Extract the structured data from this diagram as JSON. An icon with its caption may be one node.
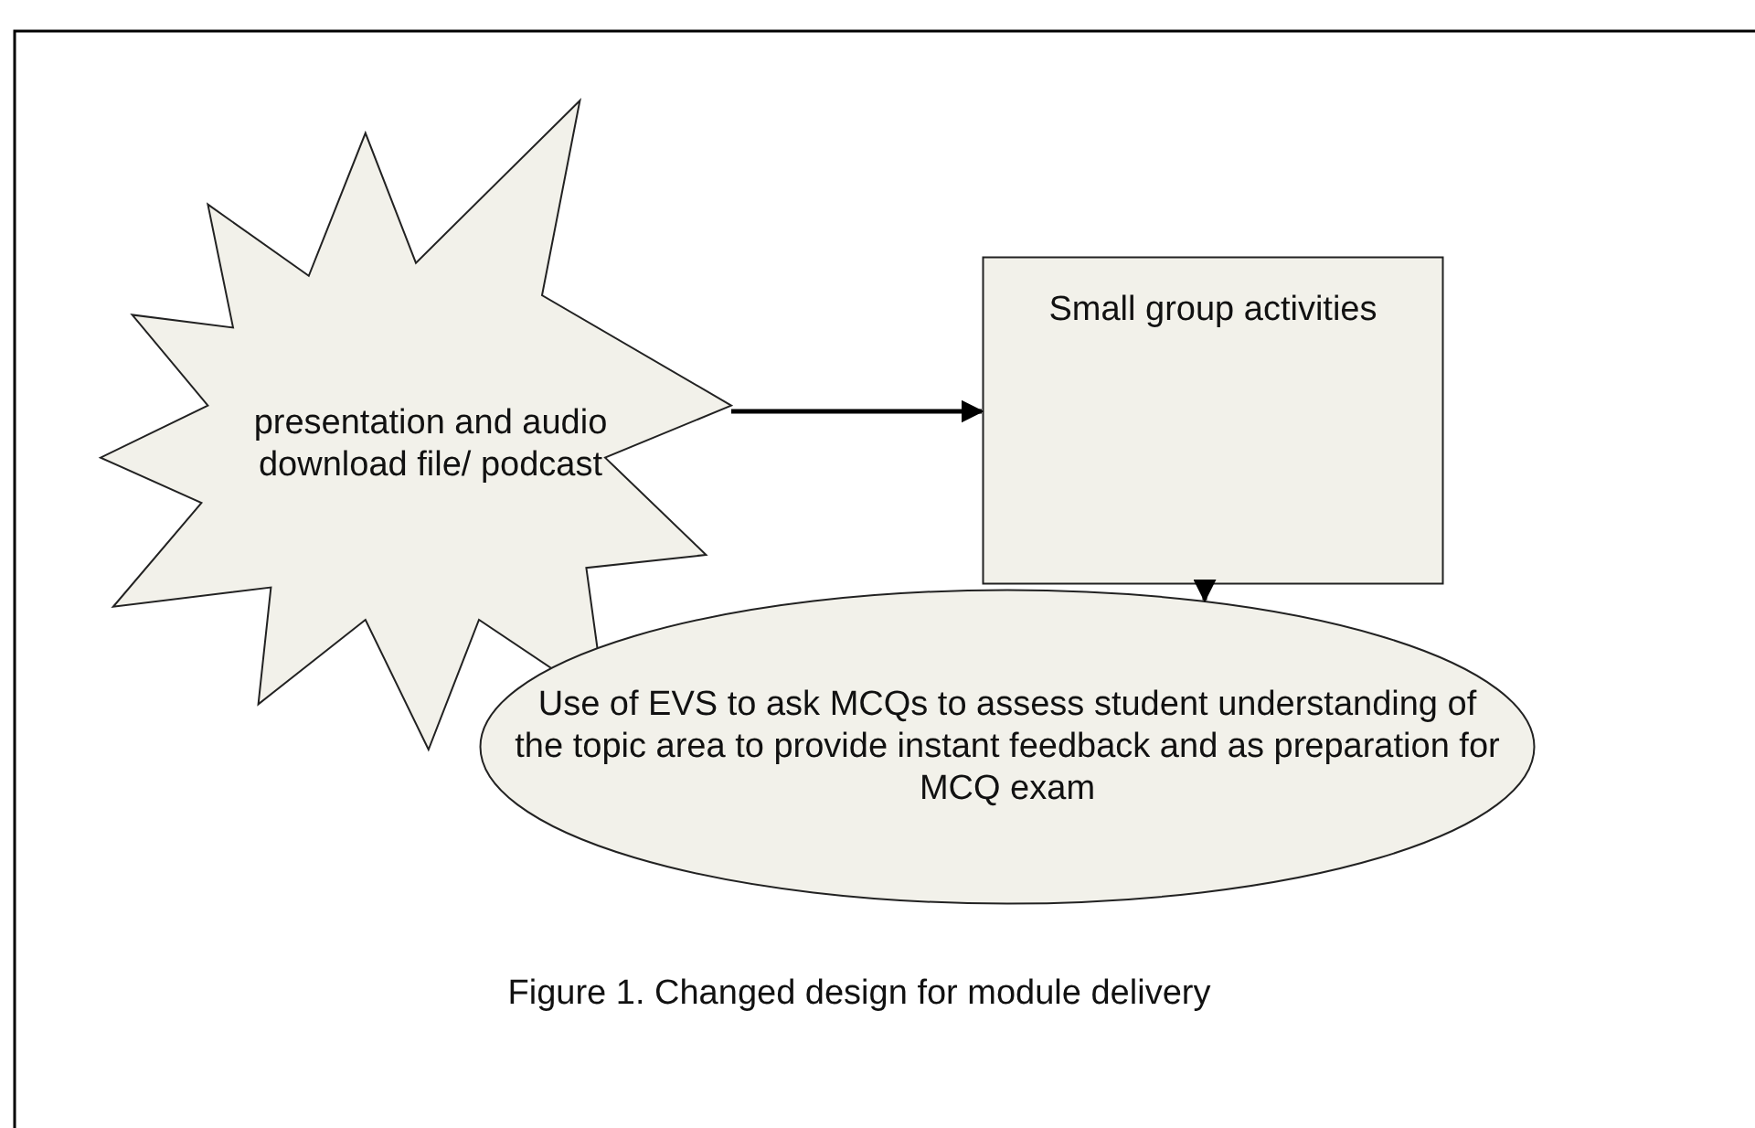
{
  "diagram": {
    "caption": "Figure 1. Changed design for module delivery",
    "nodes": [
      {
        "text": [
          "presentation and audio download file/ podcast"
        ]
      },
      {
        "text": [
          "Small group activities"
        ]
      },
      {
        "text": [
          "Use of EVS to ask MCQs to assess student understanding of the topic area to provide instant feedback and as preparation for MCQ exam"
        ]
      }
    ],
    "edges": [
      {
        "from": 0,
        "to": 1,
        "arrow": "to"
      },
      {
        "from": 1,
        "to": 2,
        "arrow": "to"
      }
    ]
  }
}
